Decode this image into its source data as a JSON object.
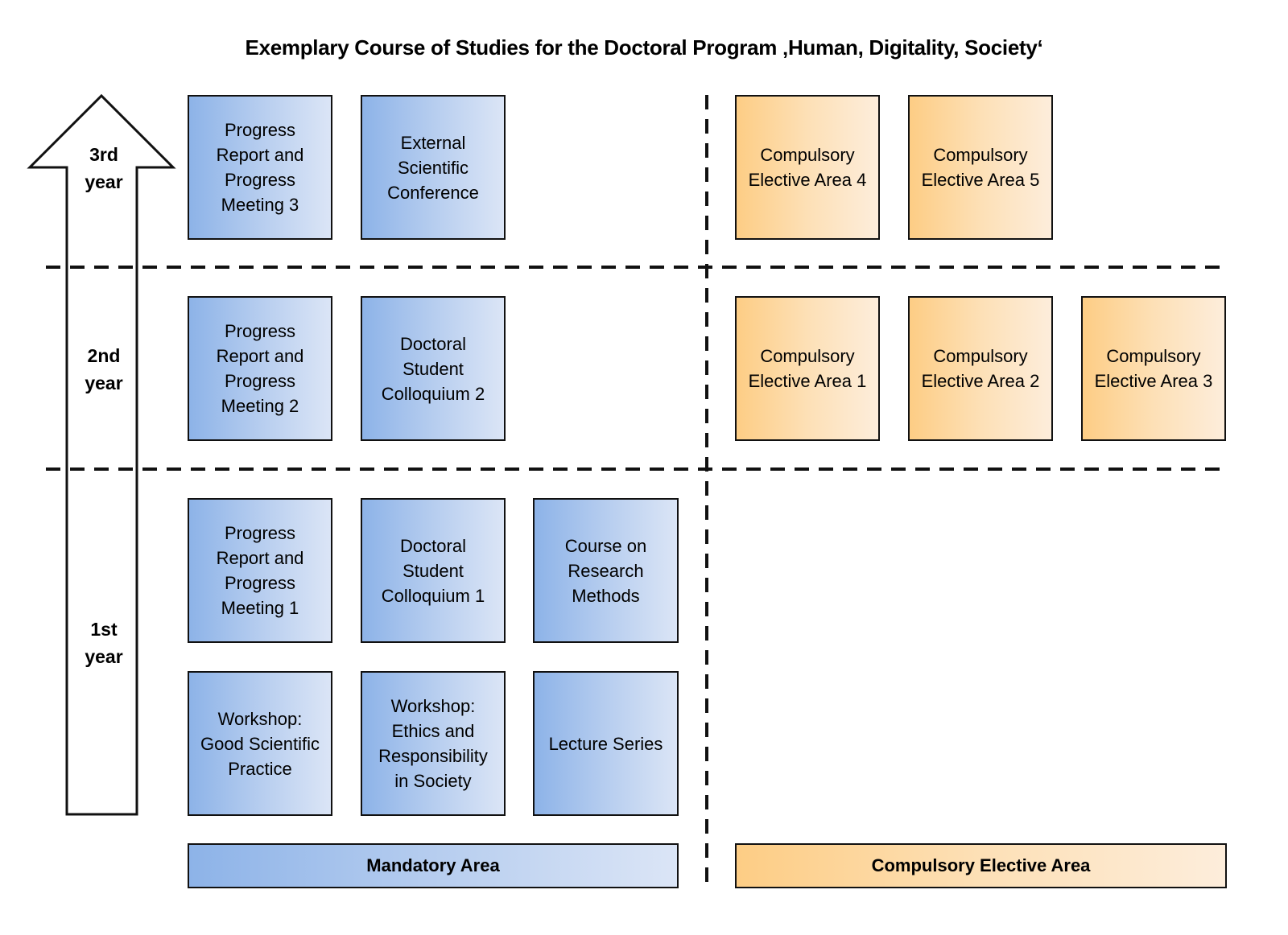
{
  "title": "Exemplary Course of Studies for the Doctoral Program ‚Human, Digitality, Society‘",
  "timeline": {
    "icon": "up-arrow-icon",
    "years": [
      "3rd\nyear",
      "2nd\nyear",
      "1st\nyear"
    ]
  },
  "colors": {
    "mandatory": "#8db3e8",
    "elective": "#fdcd85",
    "border": "#111111"
  },
  "mandatory": {
    "year3": [
      "Progress\nReport and\nProgress\nMeeting 3",
      "External\nScientific\nConference"
    ],
    "year2": [
      "Progress\nReport and\nProgress\nMeeting 2",
      "Doctoral\nStudent\nColloquium 2"
    ],
    "year1_row1": [
      "Progress\nReport and\nProgress\nMeeting 1",
      "Doctoral\nStudent\nColloquium 1",
      "Course on\nResearch\nMethods"
    ],
    "year1_row2": [
      "Workshop:\nGood Scientific\nPractice",
      "Workshop:\nEthics and\nResponsibility\nin Society",
      "Lecture Series"
    ]
  },
  "elective": {
    "year3": [
      "Compulsory\nElective Area 4",
      "Compulsory\nElective Area 5"
    ],
    "year2": [
      "Compulsory\nElective Area 1",
      "Compulsory\nElective Area 2",
      "Compulsory\nElective Area 3"
    ]
  },
  "legend": {
    "mandatory": "Mandatory Area",
    "elective": "Compulsory Elective Area"
  }
}
